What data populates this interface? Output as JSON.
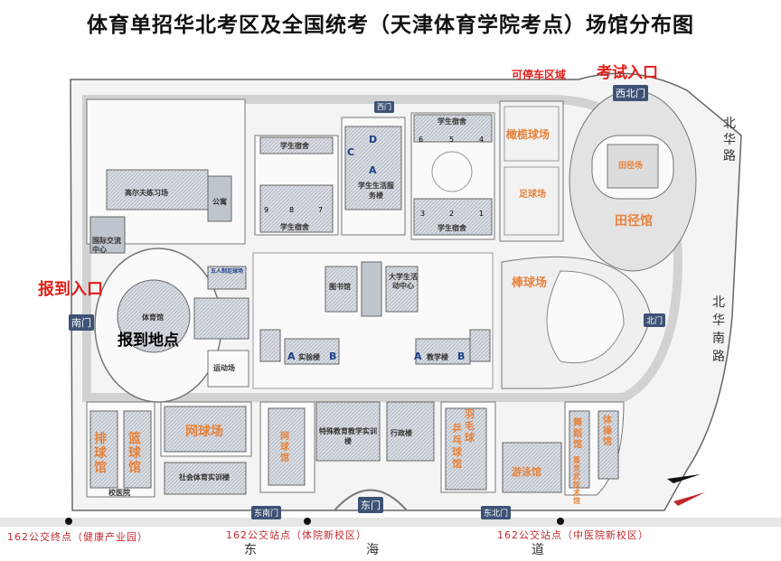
{
  "title": "体育单招华北考区及全国统考（天津体育学院考点）场馆分布图",
  "annotations": {
    "exam_entrance": "考试入口",
    "report_entrance": "报到入口",
    "parking": "可停车区域",
    "report_site": "报到地点"
  },
  "roads": {
    "north_huabei": "北华路",
    "north_huanan": "北华南路",
    "donghai": [
      "东",
      "海",
      "道"
    ]
  },
  "gates": {
    "northwest": "西北门",
    "west": "西门",
    "south": "南门",
    "east": "东门",
    "southeast": "东南门",
    "east_north": "东北门",
    "north": "北门"
  },
  "buildings": {
    "dorm_top_left": "学生宿舍",
    "dorm_bottom_left": "学生宿舍",
    "dorm_top_right": "学生宿舍",
    "dorm_bottom_right": "学生宿舍",
    "service_a": "A",
    "service_name": "学生生活服务楼",
    "service_c": "C",
    "service_d": "D",
    "dorm_nums_left": [
      "9",
      "8",
      "7"
    ],
    "dorm_nums_right_top": [
      "6",
      "5",
      "4"
    ],
    "dorm_nums_right_bottom": [
      "3",
      "2",
      "1"
    ],
    "golf": "高尔夫练习场",
    "apartment": "公寓",
    "intl_center": "国际交流中心",
    "gym": "体育馆",
    "playground": "运动场",
    "fitness": "五人制足球场",
    "library": "图书馆",
    "activity_center": "大学生活动中心",
    "lab_building": "实验楼",
    "lab_a": "A",
    "lab_b": "B",
    "teaching_building": "教学楼",
    "teach_a": "A",
    "teach_b": "B",
    "special_ed": "特殊教育教学实训楼",
    "admin": "行政楼",
    "social_sports": "社会体育实训楼",
    "hospital": "校医院"
  },
  "venues": {
    "rugby": "橄榄球场",
    "football": "足球场",
    "track_field": "田径场",
    "track_hall": "田径馆",
    "baseball": "棒球场",
    "volleyball": "排球馆",
    "basketball": "篮球馆",
    "tennis": "网球场",
    "net_hall": "网球馆",
    "badminton": "羽毛球",
    "table_tennis": "乒乓球馆",
    "swimming": "游泳馆",
    "dance": "舞蹈馆",
    "gymnastics": "体操馆",
    "martial_arts": "重竞武技术馆"
  },
  "bus_stops": {
    "terminal": "162公交终点（健康产业园）",
    "tiyuan": "162公交站点（体院新校区）",
    "zhongyi": "162公交站点（中医院新校区）"
  },
  "colors": {
    "title": "#111111",
    "red": "#e0201a",
    "orange": "#e8823a",
    "road": "#e8e8e8",
    "building": "#b9c0c9",
    "ground": "#f7f7f7"
  }
}
